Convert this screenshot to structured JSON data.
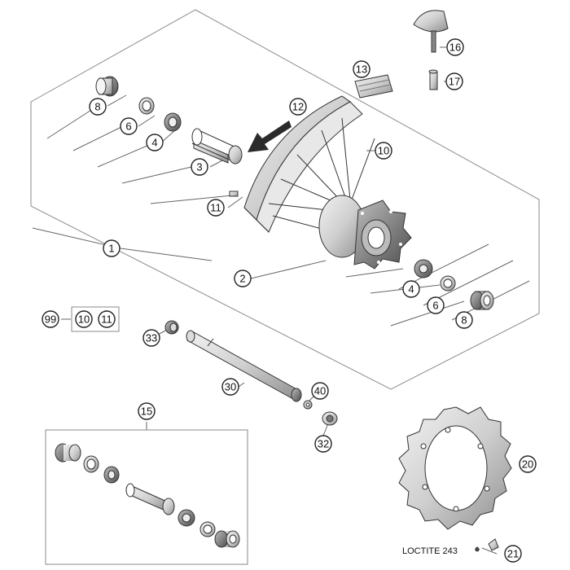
{
  "callouts": {
    "c8_top": "8",
    "c6_top": "6",
    "c4_top": "4",
    "c3": "3",
    "c11": "11",
    "c12": "12",
    "c10": "10",
    "c13": "13",
    "c16": "16",
    "c17": "17",
    "c1": "1",
    "c2": "2",
    "c4_right": "4",
    "c6_right": "6",
    "c8_right": "8",
    "c99": "99",
    "c10_box": "10",
    "c11_box": "11",
    "c33": "33",
    "c30": "30",
    "c40": "40",
    "c32": "32",
    "c15": "15",
    "c20": "20",
    "c21": "21"
  },
  "labels": {
    "loctite": "LOCTITE 243"
  }
}
